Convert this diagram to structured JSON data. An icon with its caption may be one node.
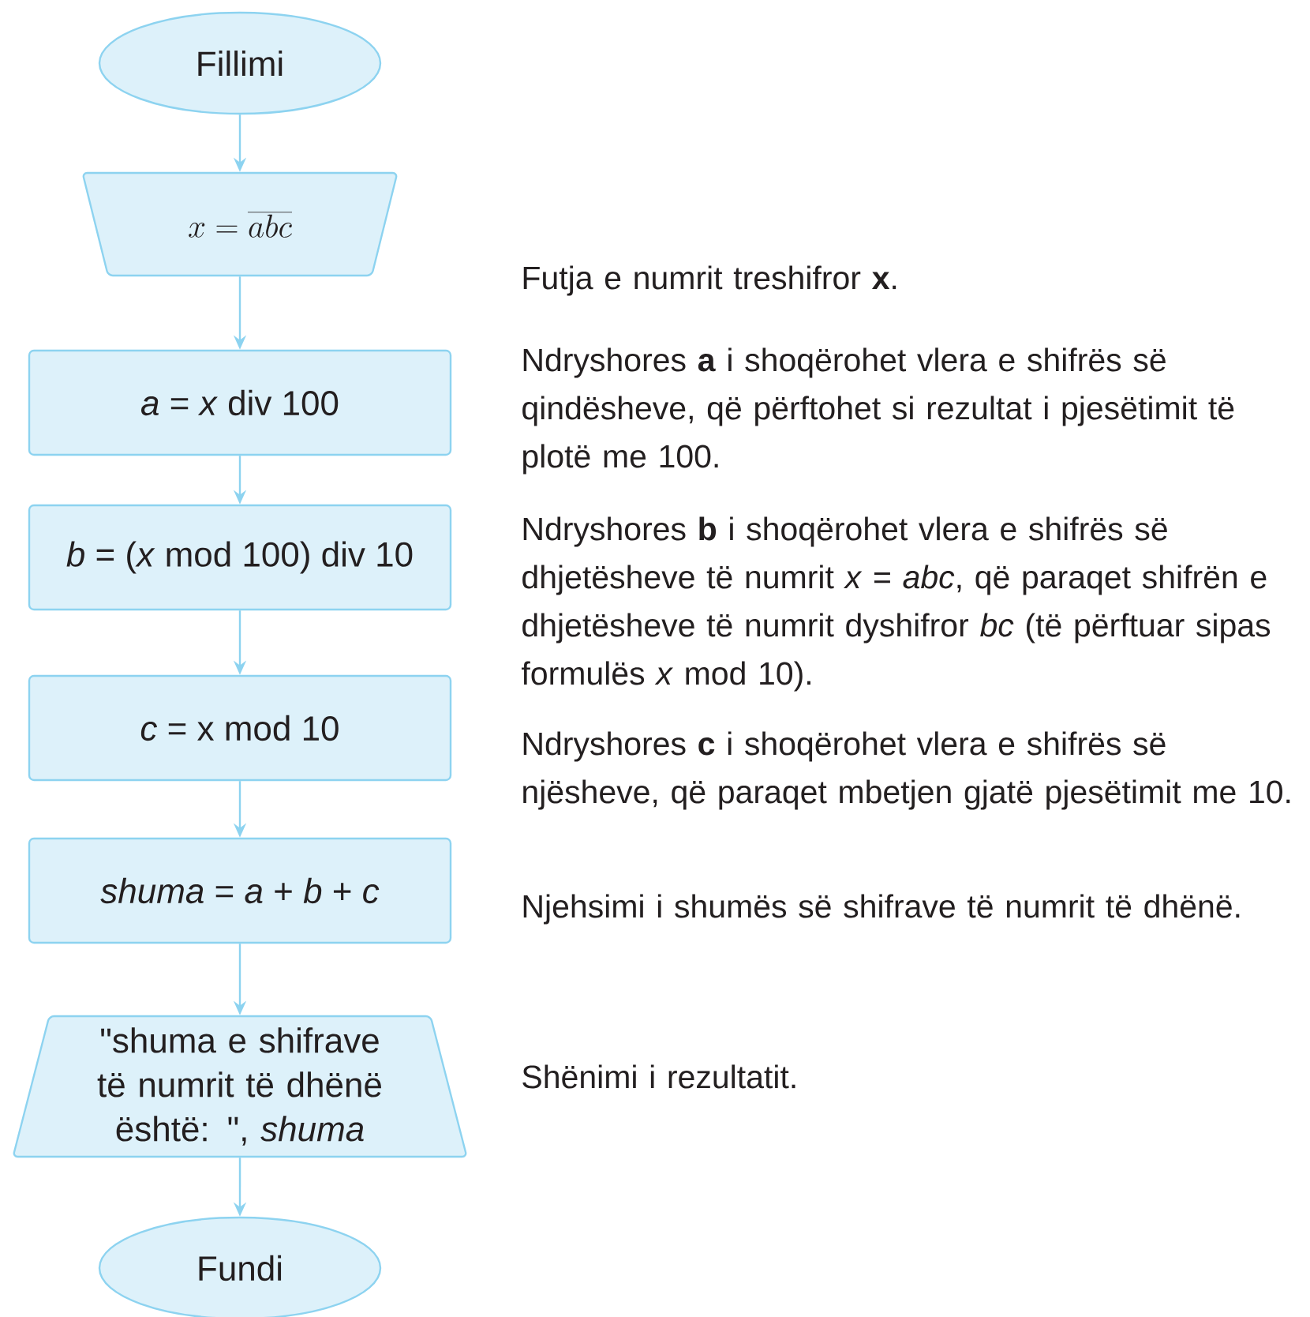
{
  "diagram": {
    "nodes": [
      {
        "text": [
          "Fillimi"
        ]
      },
      {
        "text": [
          "x = \\overline{abc}"
        ],
        "beside": [
          "Futja e numrit treshifror **x**."
        ]
      },
      {
        "text": [
          "*a* = *x* div 100"
        ],
        "beside": [
          "Ndryshores **a** i shoqërohet vlera e shifrës së qindësheve, që përftohet si rezultat i pjesëtimit të plotë me 100."
        ]
      },
      {
        "text": [
          "*b* = (*x* mod 100) div 10"
        ],
        "beside": [
          "Ndryshores **b** i shoqërohet vlera e shifrës së dhjetësheve të numrit *x* = *abc*, që paraqet shifrën e dhjetësheve të numrit dyshifror *bc* (të përftuar sipas formulës *x* mod 10)."
        ]
      },
      {
        "text": [
          "*c* = x mod 10"
        ],
        "beside": [
          "Ndryshores **c** i shoqërohet vlera e shifrës së njësheve, që paraqet mbetjen gjatë pjesëtimit me 10."
        ]
      },
      {
        "text": [
          "*shuma* = *a* + *b* + *c*"
        ],
        "beside": [
          "Njehsimi i shumës së shifrave të numrit të dhënë."
        ]
      },
      {
        "text": [
          "\"shuma e shifrave të numrit të dhënë është: \", *shuma*"
        ],
        "beside": [
          "Shënimi i rezultatit."
        ]
      },
      {
        "text": [
          "Fundi"
        ]
      }
    ],
    "edges": [
      {
        "from": 0,
        "to": 1,
        "arrow": "to"
      },
      {
        "from": 1,
        "to": 2,
        "arrow": "to"
      },
      {
        "from": 2,
        "to": 3,
        "arrow": "to"
      },
      {
        "from": 3,
        "to": 4,
        "arrow": "to"
      },
      {
        "from": 4,
        "to": 5,
        "arrow": "to"
      },
      {
        "from": 5,
        "to": 6,
        "arrow": "to"
      },
      {
        "from": 6,
        "to": 7,
        "arrow": "to"
      }
    ]
  }
}
